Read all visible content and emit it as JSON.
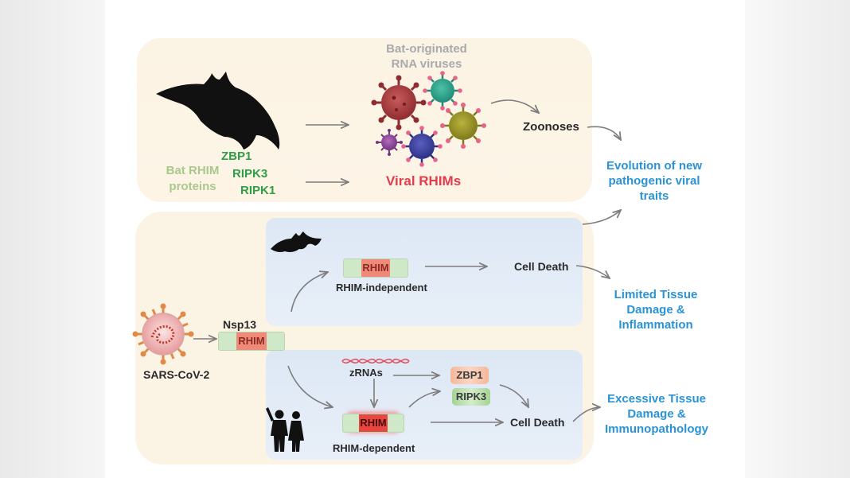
{
  "labels": {
    "bat_viruses": [
      "Bat-originated",
      "RNA viruses"
    ],
    "bat_rhim": [
      "Bat RHIM",
      "proteins"
    ],
    "zbp1_top": "ZBP1",
    "ripk3_top": "RIPK3",
    "ripk1_top": "RIPK1",
    "viral_rhims": "Viral RHIMs",
    "zoonoses": "Zoonoses",
    "evolution": [
      "Evolution of new",
      "pathogenic viral",
      "traits"
    ],
    "sars": "SARS-CoV-2",
    "nsp13": "Nsp13",
    "rhim": "RHIM",
    "rhim_independent": "RHIM-independent",
    "cell_death": "Cell Death",
    "limited": [
      "Limited Tissue",
      "Damage &",
      "Inflammation"
    ],
    "zrnas": "zRNAs",
    "zbp1": "ZBP1",
    "ripk3": "RIPK3",
    "rhim_dependent": "RHIM-dependent",
    "excessive": [
      "Excessive Tissue",
      "Damage &",
      "Immunopathology"
    ]
  },
  "colors": {
    "panel": "#fbf3e4",
    "box": "#e3ecf6",
    "rhim_red": "#ef8a7b",
    "rhim_green": "#cfe8c7",
    "green": "#2f9e46",
    "red": "#e23b4d",
    "blue": "#2a93d6",
    "gray": "#a9aaab",
    "arrow": "#7d7d7d"
  },
  "icons": [
    "bat-silhouette-icon",
    "virus-icon",
    "small-bat-icon",
    "human-figures-icon",
    "sars-cov-2-icon",
    "zrna-helix-icon"
  ]
}
